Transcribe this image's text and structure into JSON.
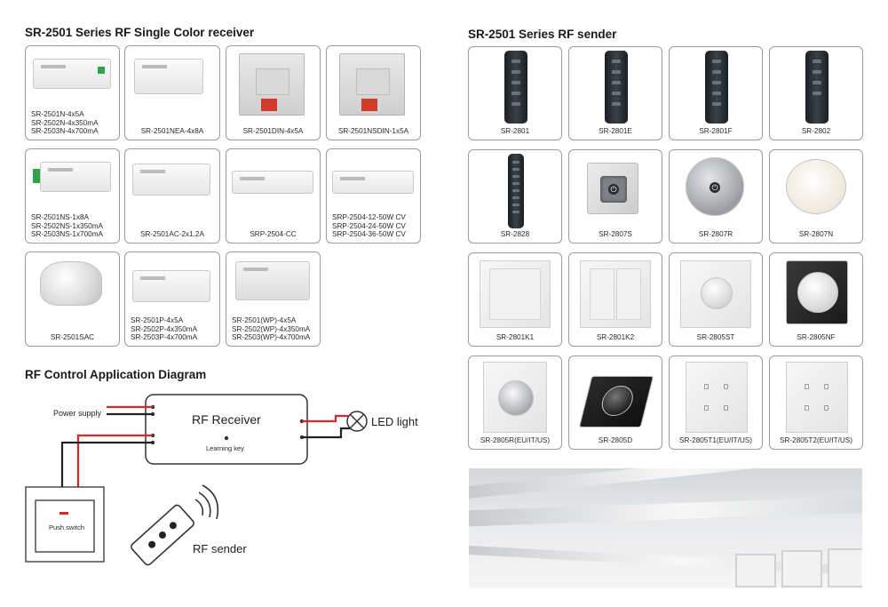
{
  "receivers": {
    "title": "SR-2501 Series RF Single Color receiver",
    "items": [
      {
        "label": "SR-2501N-4x5A\nSR-2502N-4x350mA\nSR-2503N-4x700mA"
      },
      {
        "label": "SR-2501NEA-4x8A"
      },
      {
        "label": "SR-2501DIN-4x5A"
      },
      {
        "label": "SR-2501NSDIN-1x5A"
      },
      {
        "label": "SR-2501NS-1x8A\nSR-2502NS-1x350mA\nSR-2503NS-1x700mA"
      },
      {
        "label": "SR-2501AC-2x1.2A"
      },
      {
        "label": "SRP-2504-CC"
      },
      {
        "label": "SRP-2504-12-50W CV\nSRP-2504-24-50W CV\nSRP-2504-36-50W CV"
      },
      {
        "label": "SR-2501SAC"
      },
      {
        "label": "SR-2501P-4x5A\nSR-2502P-4x350mA\nSR-2503P-4x700mA"
      },
      {
        "label": "SR-2501(WP)-4x5A\nSR-2502(WP)-4x350mA\nSR-2503(WP)-4x700mA"
      }
    ]
  },
  "senders": {
    "title": "SR-2501 Series RF sender",
    "items": [
      {
        "label": "SR-2801"
      },
      {
        "label": "SR-2801E"
      },
      {
        "label": "SR-2801F"
      },
      {
        "label": "SR-2802"
      },
      {
        "label": "SR-2828"
      },
      {
        "label": "SR-2807S"
      },
      {
        "label": "SR-2807R"
      },
      {
        "label": "SR-2807N"
      },
      {
        "label": "SR-2801K1"
      },
      {
        "label": "SR-2801K2"
      },
      {
        "label": "SR-2805ST"
      },
      {
        "label": "SR-2805NF"
      },
      {
        "label": "SR-2805R(EU/IT/US)"
      },
      {
        "label": "SR-2805D"
      },
      {
        "label": "SR-2805T1(EU/IT/US)"
      },
      {
        "label": "SR-2805T2(EU/IT/US)"
      }
    ]
  },
  "diagram": {
    "title": "RF Control Application Diagram",
    "power_supply": "Power supply",
    "receiver": "RF Receiver",
    "learning_key": "Learning key",
    "led_light": "LED light",
    "push_switch": "Push switch",
    "rf_sender": "RF sender"
  }
}
